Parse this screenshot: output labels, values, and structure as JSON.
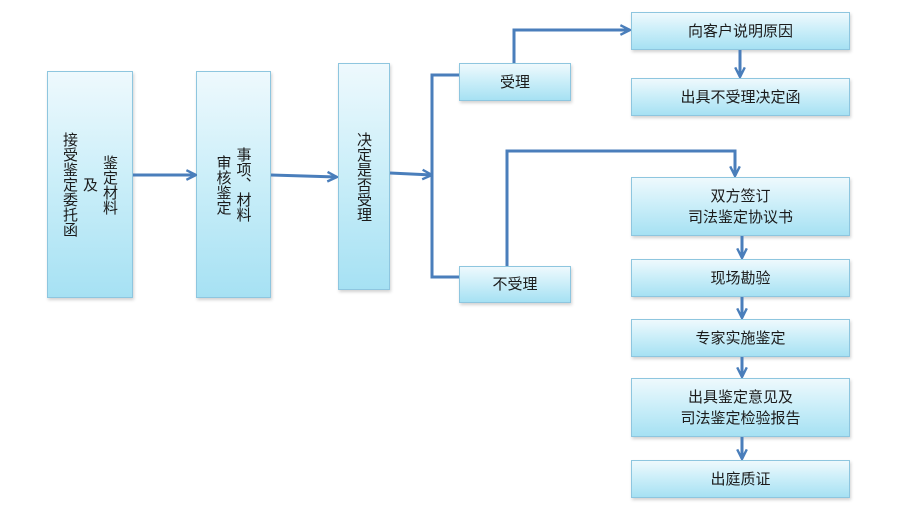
{
  "nodes": {
    "receive": {
      "lines": [
        "接受鉴定委托函",
        "及",
        "鉴定材料"
      ]
    },
    "review": {
      "lines": [
        "审核鉴定",
        "事项、材料"
      ]
    },
    "decide": {
      "lines": [
        "决定是否受理"
      ]
    },
    "accept": {
      "label": "受理"
    },
    "reject": {
      "label": "不受理"
    },
    "explain": {
      "label": "向客户说明原因"
    },
    "issue_rejection": {
      "label": "出具不受理决定函"
    },
    "sign_agreement": {
      "lines": [
        "双方签订",
        "司法鉴定协议书"
      ]
    },
    "site_survey": {
      "label": "现场勘验"
    },
    "expert_appraisal": {
      "label": "专家实施鉴定"
    },
    "issue_opinion": {
      "lines": [
        "出具鉴定意见及",
        "司法鉴定检验报告"
      ]
    },
    "court_testimony": {
      "label": "出庭质证"
    }
  },
  "colors": {
    "connector": "#4a7ebb",
    "box_top": "#eef9fd",
    "box_bottom": "#a6e1f3",
    "box_border": "#8ec6df",
    "text": "#1b1b1b"
  }
}
